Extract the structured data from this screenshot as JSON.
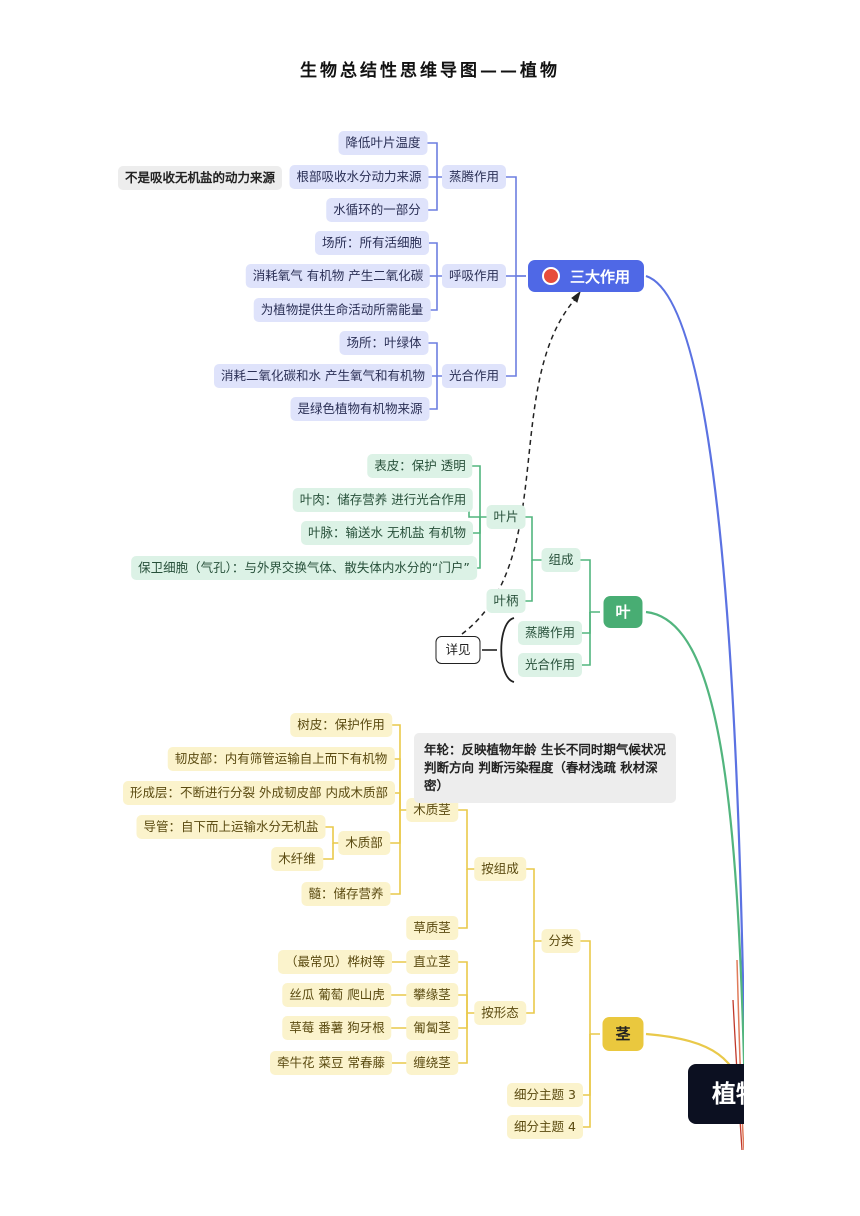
{
  "title": "生物总结性思维导图——植物",
  "colors": {
    "blue": "#5b72e2",
    "green": "#52b57e",
    "yellow": "#e9c94a",
    "root": "#0c1021"
  },
  "root": {
    "label": "植物"
  },
  "san_da": {
    "label": "三大作用",
    "icon": "red-circle-icon",
    "zhengteng": {
      "label": "蒸腾作用",
      "items": [
        "降低叶片温度",
        "根部吸收水分动力来源",
        "水循环的一部分"
      ],
      "note": "不是吸收无机盐的动力来源"
    },
    "huxi": {
      "label": "呼吸作用",
      "items": [
        "场所：所有活细胞",
        "消耗氧气 有机物 产生二氧化碳",
        "为植物提供生命活动所需能量"
      ]
    },
    "guanghe": {
      "label": "光合作用",
      "items": [
        "场所：叶绿体",
        "消耗二氧化碳和水 产生氧气和有机物",
        "是绿色植物有机物来源"
      ]
    }
  },
  "ye": {
    "label": "叶",
    "zucheng": "组成",
    "yepian": {
      "label": "叶片",
      "items": [
        "表皮：保护 透明",
        "叶肉：储存营养 进行光合作用",
        "叶脉：输送水 无机盐 有机物",
        "保卫细胞（气孔）：与外界交换气体、散失体内水分的“门户”"
      ]
    },
    "yebing": "叶柄",
    "zhengteng": "蒸腾作用",
    "guanghe": "光合作用",
    "xiangjian": "详见"
  },
  "jing": {
    "label": "茎",
    "fenlei": "分类",
    "anzucheng": "按组成",
    "anxingtai": "按形态",
    "muzhijing": {
      "label": "木质茎",
      "items": [
        "树皮：保护作用",
        "韧皮部：内有筛管运输自上而下有机物",
        "形成层：不断进行分裂 外成韧皮部 内成木质部"
      ],
      "muzhibu": {
        "label": "木质部",
        "items": [
          "导管：自下而上运输水分无机盐",
          "木纤维"
        ]
      },
      "sui": "髓：储存营养"
    },
    "caozhijing": "草质茎",
    "nianlun": "年轮：反映植物年龄 生长不同时期气候状况 判断方向 判断污染程度（春材浅疏 秋材深密）",
    "xingtai": [
      {
        "label": "直立茎",
        "example": "（最常见）桦树等"
      },
      {
        "label": "攀缘茎",
        "example": "丝瓜 葡萄 爬山虎"
      },
      {
        "label": "匍匐茎",
        "example": "草莓 番薯 狗牙根"
      },
      {
        "label": "缠绕茎",
        "example": "牵牛花 菜豆 常春藤"
      }
    ],
    "sub3": "细分主题 3",
    "sub4": "细分主题 4"
  }
}
